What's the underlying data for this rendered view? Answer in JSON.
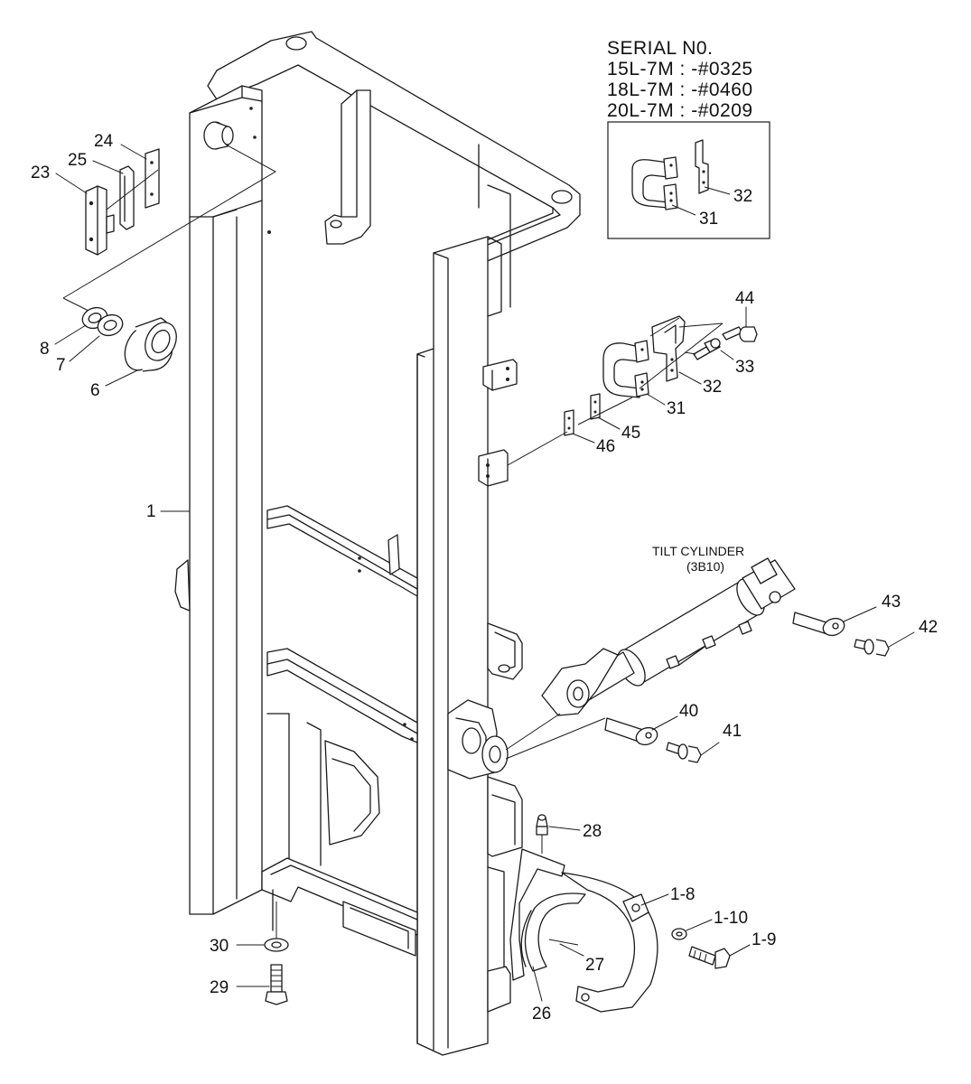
{
  "serial_box": {
    "title": "SERIAL N0.",
    "lines": [
      "15L-7M : -#0325",
      "18L-7M : -#0460",
      "20L-7M : -#0209"
    ]
  },
  "tilt_cylinder": {
    "label": "TILT CYLINDER",
    "ref": "(3B10)"
  },
  "labels": {
    "p1": "1",
    "p6": "6",
    "p7": "7",
    "p8": "8",
    "p23": "23",
    "p24": "24",
    "p25": "25",
    "p26": "26",
    "p27": "27",
    "p28": "28",
    "p29": "29",
    "p30": "30",
    "p31": "31",
    "p31b": "31",
    "p32": "32",
    "p32b": "32",
    "p33": "33",
    "p40": "40",
    "p41": "41",
    "p42": "42",
    "p43": "43",
    "p44": "44",
    "p45": "45",
    "p46": "46",
    "p1_8": "1-8",
    "p1_9": "1-9",
    "p1_10": "1-10"
  }
}
